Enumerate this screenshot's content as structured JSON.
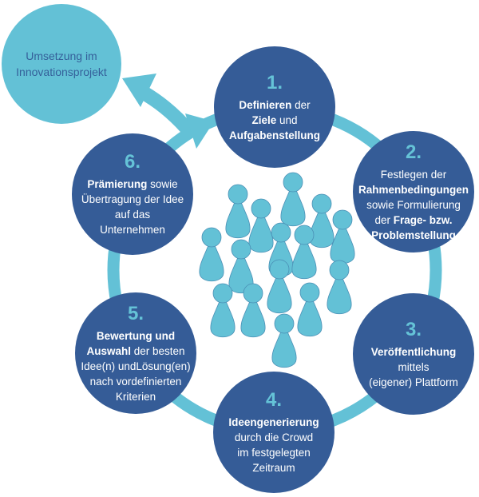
{
  "colors": {
    "dark_circle": "#355c97",
    "light": "#63c1d6",
    "figure_stroke": "#4a8fb5"
  },
  "outcome": {
    "line1": "Umsetzung im",
    "line2": "Innovationsprojekt"
  },
  "steps": [
    {
      "number": "1.",
      "parts": [
        {
          "b": "Definieren"
        },
        {
          "t": " der"
        },
        {
          "br": true
        },
        {
          "b": "Ziele"
        },
        {
          "t": " und"
        },
        {
          "br": true
        },
        {
          "b": "Aufgabenstellung"
        }
      ]
    },
    {
      "number": "2.",
      "parts": [
        {
          "t": "Festlegen der"
        },
        {
          "br": true
        },
        {
          "b": "Rahmenbedingungen"
        },
        {
          "br": true
        },
        {
          "t": "sowie Formulierung"
        },
        {
          "br": true
        },
        {
          "t": "der "
        },
        {
          "b": "Frage- bzw."
        },
        {
          "br": true
        },
        {
          "b": "Problemstellung"
        }
      ]
    },
    {
      "number": "3.",
      "parts": [
        {
          "b": "Veröffentlichung"
        },
        {
          "br": true
        },
        {
          "t": "mittels"
        },
        {
          "br": true
        },
        {
          "t": "(eigener) Plattform"
        }
      ]
    },
    {
      "number": "4.",
      "parts": [
        {
          "b": "Ideengenerierung"
        },
        {
          "br": true
        },
        {
          "t": "durch die Crowd"
        },
        {
          "br": true
        },
        {
          "t": "im festgelegten"
        },
        {
          "br": true
        },
        {
          "t": "Zeitraum"
        }
      ]
    },
    {
      "number": "5.",
      "parts": [
        {
          "b": "Bewertung und"
        },
        {
          "br": true
        },
        {
          "b": "Auswahl"
        },
        {
          "t": " der besten"
        },
        {
          "br": true
        },
        {
          "t": "Idee(n) undLösung(en)"
        },
        {
          "br": true
        },
        {
          "t": "nach vordefinierten"
        },
        {
          "br": true
        },
        {
          "t": "Kriterien"
        }
      ]
    },
    {
      "number": "6.",
      "parts": [
        {
          "b": "Prämierung"
        },
        {
          "t": " sowie"
        },
        {
          "br": true
        },
        {
          "t": "Übertragung der Idee"
        },
        {
          "br": true
        },
        {
          "t": "auf das"
        },
        {
          "br": true
        },
        {
          "t": "Unternehmen"
        }
      ]
    }
  ],
  "icons": {
    "crowd": "person-figure-icon",
    "cycle_arrow": "double-arrow-icon"
  }
}
